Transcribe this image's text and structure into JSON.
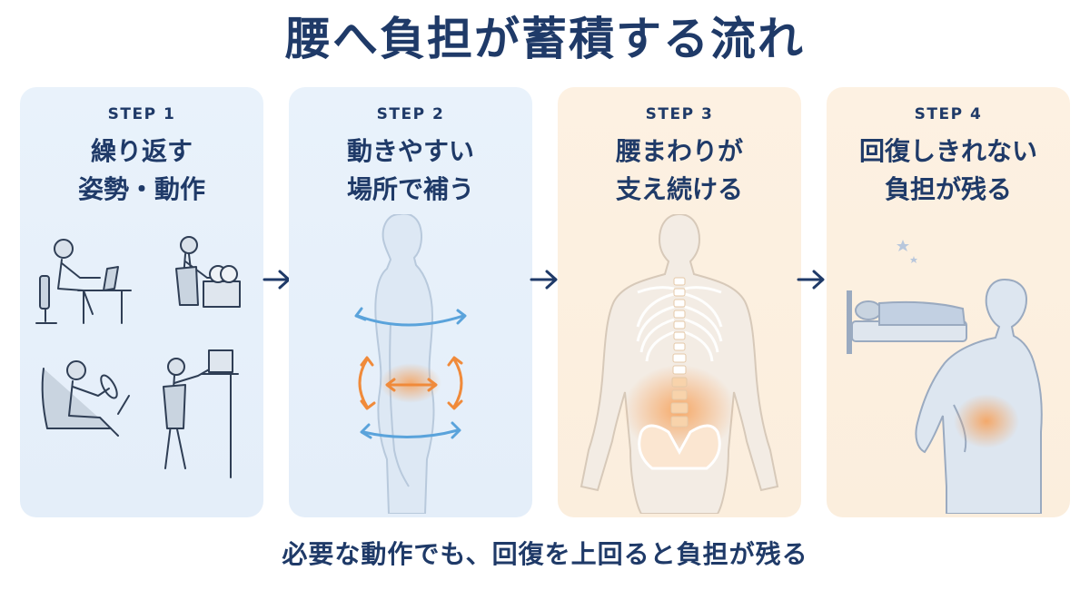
{
  "title": "腰へ負担が蓄積する流れ",
  "steps": [
    {
      "label": "STEP 1",
      "title_line1": "繰り返す",
      "title_line2": "姿勢・動作"
    },
    {
      "label": "STEP 2",
      "title_line1": "動きやすい",
      "title_line2": "場所で補う"
    },
    {
      "label": "STEP 3",
      "title_line1": "腰まわりが",
      "title_line2": "支え続ける"
    },
    {
      "label": "STEP 4",
      "title_line1": "回復しきれない",
      "title_line2": "負担が残る"
    }
  ],
  "footer": "必要な動作でも、回復を上回ると負担が残る",
  "colors": {
    "navy": "#1f3a68",
    "blue_card": "#e6f0fa",
    "orange_card": "#fcefdf",
    "accent_orange": "#f08a3a",
    "accent_blue": "#5aa3db"
  }
}
